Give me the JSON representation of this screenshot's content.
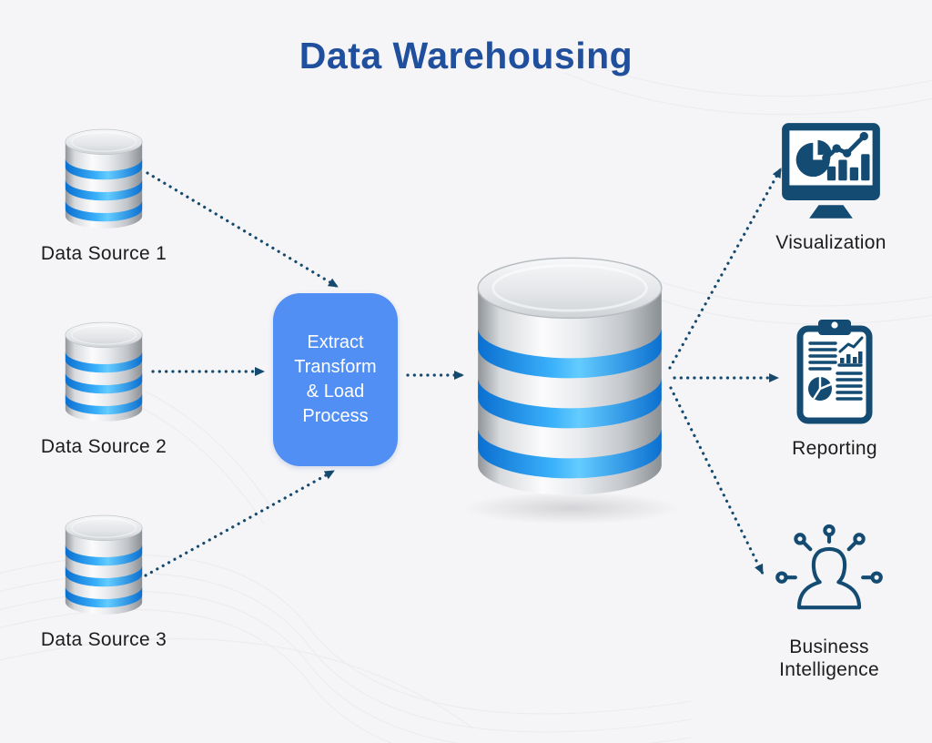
{
  "title": "Data Warehousing",
  "colors": {
    "title": "#1f4f9d",
    "etl_box": "#518ff4",
    "arrow": "#154a6e",
    "icon": "#134b72",
    "label_text": "#1c1c1c",
    "band_blue": "#2196f3",
    "background": "#f5f5f7"
  },
  "sources": [
    {
      "label": "Data Source 1",
      "icon": "database-cylinder-icon"
    },
    {
      "label": "Data Source 2",
      "icon": "database-cylinder-icon"
    },
    {
      "label": "Data Source 3",
      "icon": "database-cylinder-icon"
    }
  ],
  "etl": {
    "lines": [
      "Extract",
      "Transform",
      "& Load",
      "Process"
    ]
  },
  "warehouse": {
    "icon": "large-database-cylinder-icon"
  },
  "outputs": [
    {
      "label": "Visualization",
      "icon": "monitor-charts-icon"
    },
    {
      "label": "Reporting",
      "icon": "clipboard-report-icon"
    },
    {
      "label": "Business Intelligence",
      "icon": "person-network-icon"
    }
  ]
}
